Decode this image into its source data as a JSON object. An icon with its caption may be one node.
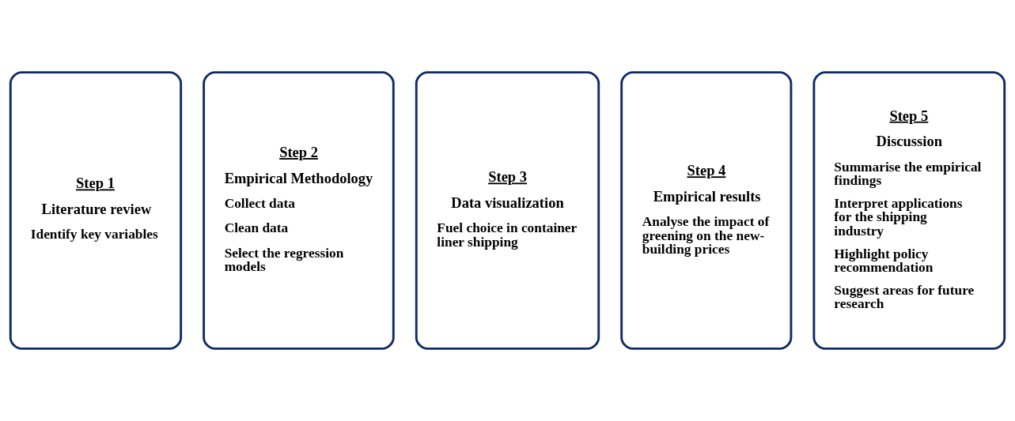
{
  "diagram": {
    "nodes": [
      {
        "text": [
          "Step 1",
          "Literature review",
          "Identify key variables"
        ]
      },
      {
        "text": [
          "Step 2",
          "Empirical Methodology",
          "Collect data",
          "Clean data",
          "Select the regression models"
        ]
      },
      {
        "text": [
          "Step 3",
          "Data visualization",
          "Fuel choice in container liner shipping"
        ]
      },
      {
        "text": [
          "Step 4",
          "Empirical results",
          "Analyse the impact of greening on the new-building prices"
        ]
      },
      {
        "text": [
          "Step 5",
          "Discussion",
          "Summarise the empirical findings",
          "Interpret applications for the shipping industry",
          "Highlight policy recommendation",
          "Suggest areas for future research"
        ]
      }
    ]
  }
}
